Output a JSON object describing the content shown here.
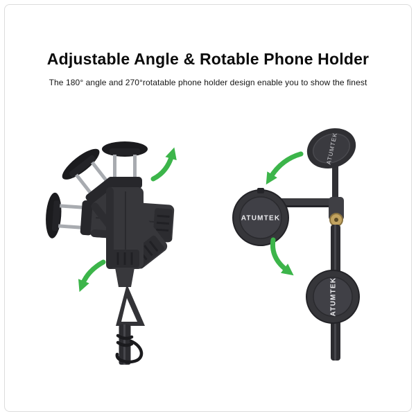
{
  "header": {
    "title": "Adjustable Angle & Rotable Phone Holder",
    "subtitle": "The 180° angle and 270°rotatable phone holder design enable you to show the finest"
  },
  "graphics": {
    "brand_label": "ATUMTEK",
    "arrow_color": "#3cb54a",
    "left_figure": "phone-clamp-180-degree-rotation",
    "right_figure": "magnetic-disc-270-degree-rotation",
    "product_colors": {
      "body": "#37373b",
      "dark": "#232327",
      "metal": "#a8abb0",
      "hinge_gold": "#c2a35f"
    },
    "background": "#ffffff"
  }
}
